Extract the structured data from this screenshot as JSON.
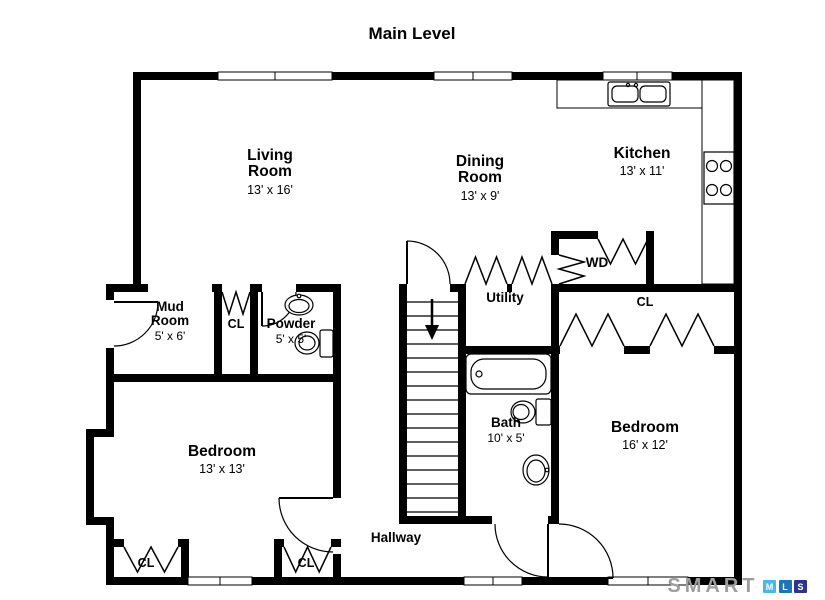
{
  "title": "Main Level",
  "rooms": {
    "living": {
      "name": "Living\nRoom",
      "dims": "13' x 16'"
    },
    "dining": {
      "name": "Dining\nRoom",
      "dims": "13' x 9'"
    },
    "kitchen": {
      "name": "Kitchen",
      "dims": "13' x 11'"
    },
    "wd": {
      "name": "WD"
    },
    "utility": {
      "name": "Utility"
    },
    "closet_right": {
      "name": "CL"
    },
    "mud": {
      "name": "Mud\nRoom",
      "dims": "5' x 6'"
    },
    "closet_mud": {
      "name": "CL"
    },
    "powder": {
      "name": "Powder",
      "dims": "5' x 5'"
    },
    "bedroom_left": {
      "name": "Bedroom",
      "dims": "13' x 13'"
    },
    "bath": {
      "name": "Bath",
      "dims": "10' x 5'"
    },
    "bedroom_right": {
      "name": "Bedroom",
      "dims": "16' x 12'"
    },
    "hallway": {
      "name": "Hallway"
    },
    "closet_bl1": {
      "name": "CL"
    },
    "closet_bl2": {
      "name": "CL"
    }
  },
  "branding": {
    "word": "SMART",
    "blocks": [
      {
        "letter": "M",
        "color": "#47b8e8"
      },
      {
        "letter": "L",
        "color": "#1c75bb"
      },
      {
        "letter": "S",
        "color": "#2b3590"
      }
    ]
  }
}
